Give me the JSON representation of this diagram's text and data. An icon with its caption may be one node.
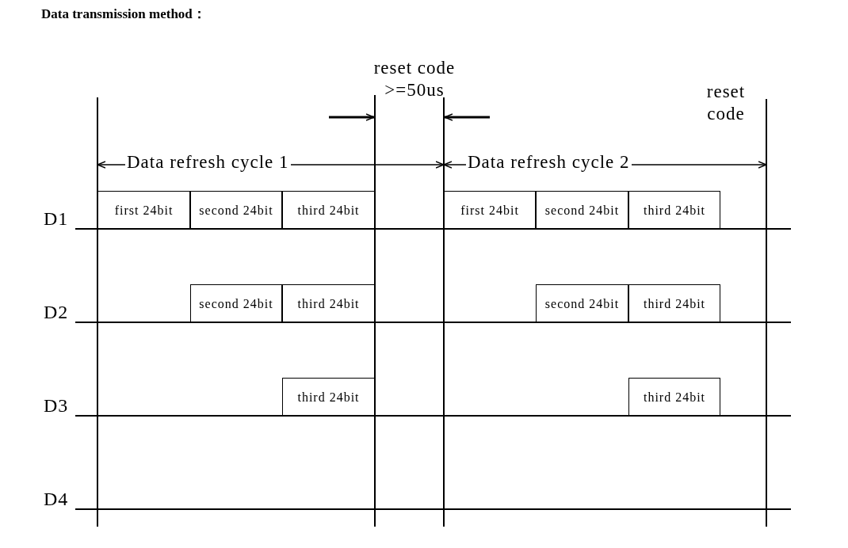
{
  "diagram": {
    "title": "Data transmission method：",
    "nodes": [
      {
        "text": [
          "first 24bit"
        ]
      },
      {
        "text": [
          "second 24bit"
        ]
      },
      {
        "text": [
          "third 24bit"
        ]
      },
      {
        "text": [
          "first 24bit"
        ]
      },
      {
        "text": [
          "second 24bit"
        ]
      },
      {
        "text": [
          "third 24bit"
        ]
      },
      {
        "text": [
          "second 24bit"
        ]
      },
      {
        "text": [
          "third 24bit"
        ]
      },
      {
        "text": [
          "second 24bit"
        ]
      },
      {
        "text": [
          "third 24bit"
        ]
      },
      {
        "text": [
          "third 24bit"
        ]
      },
      {
        "text": [
          "third 24bit"
        ]
      }
    ],
    "labels": [
      "reset code >=50us",
      "reset code",
      "Data refresh cycle 1",
      "Data refresh cycle 2",
      "D1",
      "D2",
      "D3",
      "D4"
    ]
  }
}
